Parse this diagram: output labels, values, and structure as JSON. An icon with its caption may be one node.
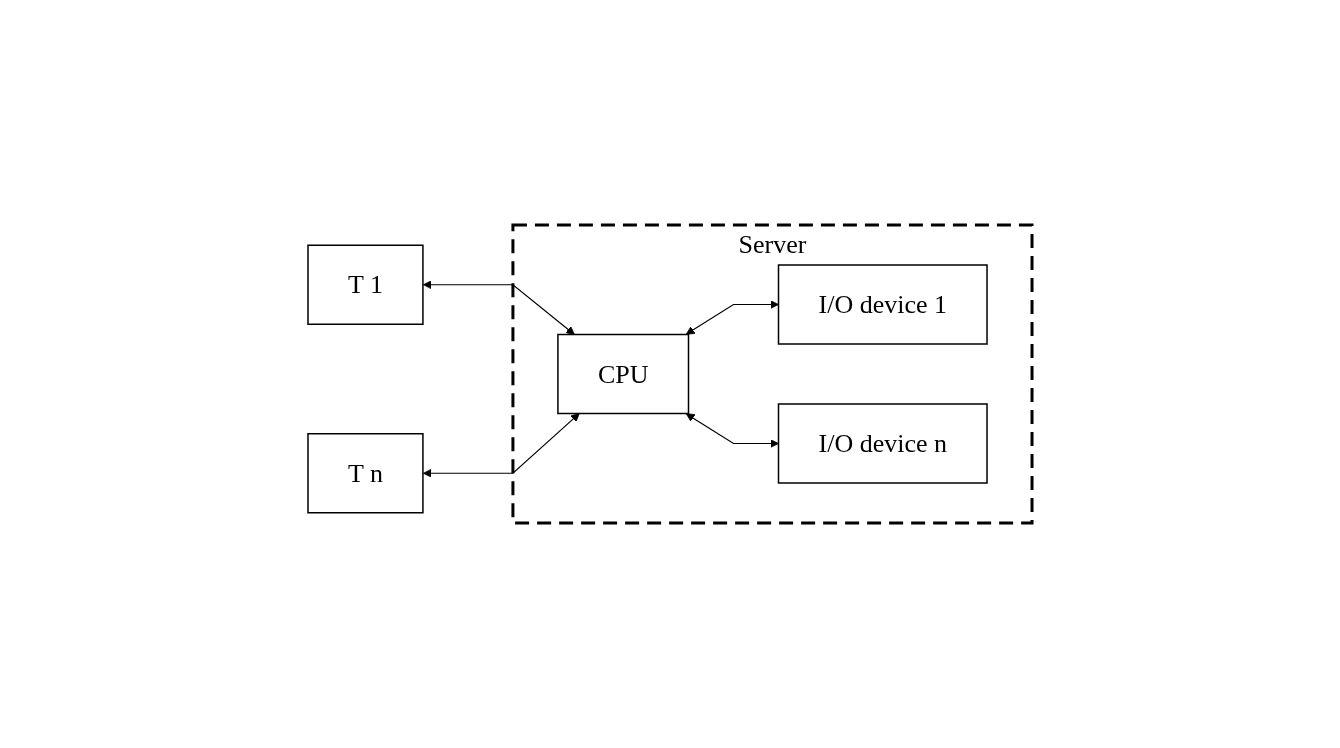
{
  "diagram": {
    "nodes": [
      {
        "text": [
          "Server"
        ]
      },
      {
        "text": [
          "T 1"
        ]
      },
      {
        "text": [
          "T n"
        ]
      },
      {
        "text": [
          "CPU"
        ],
        "in": 0
      },
      {
        "text": [
          "I/O device 1"
        ],
        "in": 0
      },
      {
        "text": [
          "I/O device n"
        ],
        "in": 0
      }
    ],
    "edges": [
      {
        "from": 1,
        "to": 3,
        "arrow": "both"
      },
      {
        "from": 2,
        "to": 3,
        "arrow": "both"
      },
      {
        "from": 3,
        "to": 4,
        "arrow": "both"
      },
      {
        "from": 3,
        "to": 5,
        "arrow": "both"
      }
    ]
  }
}
